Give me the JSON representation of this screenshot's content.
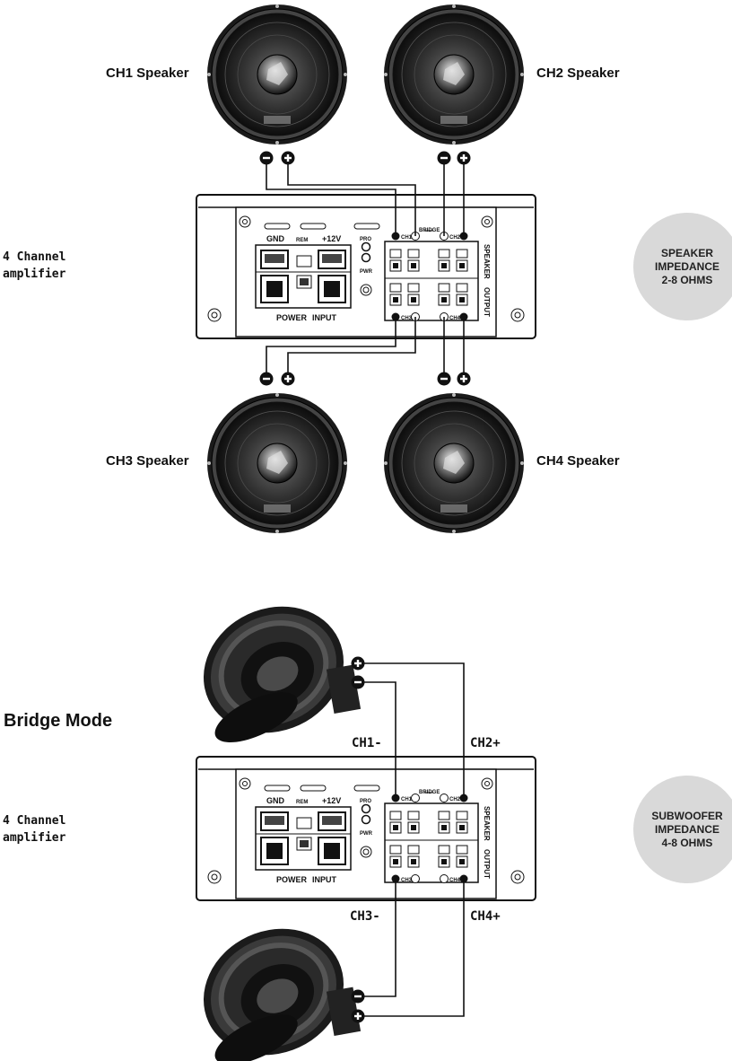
{
  "speakers": {
    "ch1": "CH1 Speaker",
    "ch2": "CH2 Speaker",
    "ch3": "CH3 Speaker",
    "ch4": "CH4 Speaker"
  },
  "amplifier_label": [
    "4 Channel",
    "amplifier"
  ],
  "bridge_mode_title": "Bridge Mode",
  "impedance_badges": {
    "top": [
      "SPEAKER",
      "IMPEDANCE",
      "2-8 OHMS"
    ],
    "bottom": [
      "SUBWOOFER",
      "IMPEDANCE",
      "4-8 OHMS"
    ]
  },
  "bridge_channels": {
    "ch1": "CH1-",
    "ch2": "CH2+",
    "ch3": "CH3-",
    "ch4": "CH4+"
  },
  "amp_panel": {
    "gnd": "GND",
    "rem": "REM",
    "plus12v": "+12V",
    "pro": "PRO",
    "pwr": "PWR",
    "power": "POWER",
    "input": "INPUT",
    "bridge": "BRIDGE",
    "ch1": "CH1",
    "ch2": "CH2",
    "ch3": "CH3",
    "ch4": "CH4",
    "speaker": "SPEAKER",
    "output": "OUTPUT"
  },
  "colors": {
    "line": "#111111",
    "badge": "#d9d9d9"
  }
}
